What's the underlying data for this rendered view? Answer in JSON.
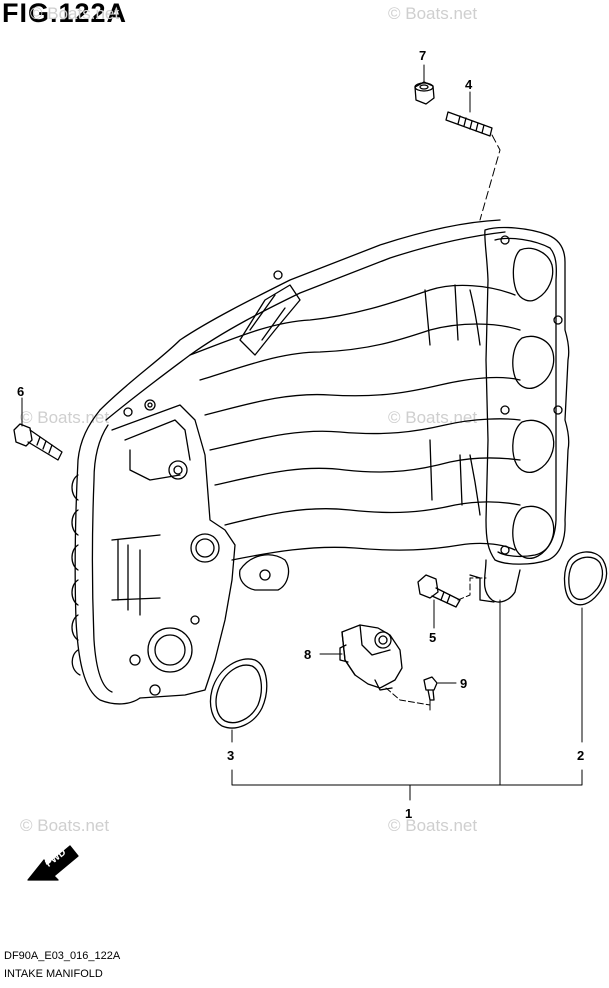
{
  "figure": {
    "title": "FIG.122A",
    "code": "DF90A_E03_016_122A",
    "caption": "INTAKE MANIFOLD"
  },
  "watermark": {
    "text": "© Boats.net"
  },
  "callouts": [
    {
      "label": "1"
    },
    {
      "label": "2"
    },
    {
      "label": "3"
    },
    {
      "label": "4"
    },
    {
      "label": "5"
    },
    {
      "label": "6"
    },
    {
      "label": "7"
    },
    {
      "label": "8"
    },
    {
      "label": "9"
    }
  ],
  "direction_arrow": {
    "label": "FWD",
    "icon": "forward-arrow-icon"
  },
  "colors": {
    "line": "#000000",
    "watermark": "#cfcfcf"
  }
}
